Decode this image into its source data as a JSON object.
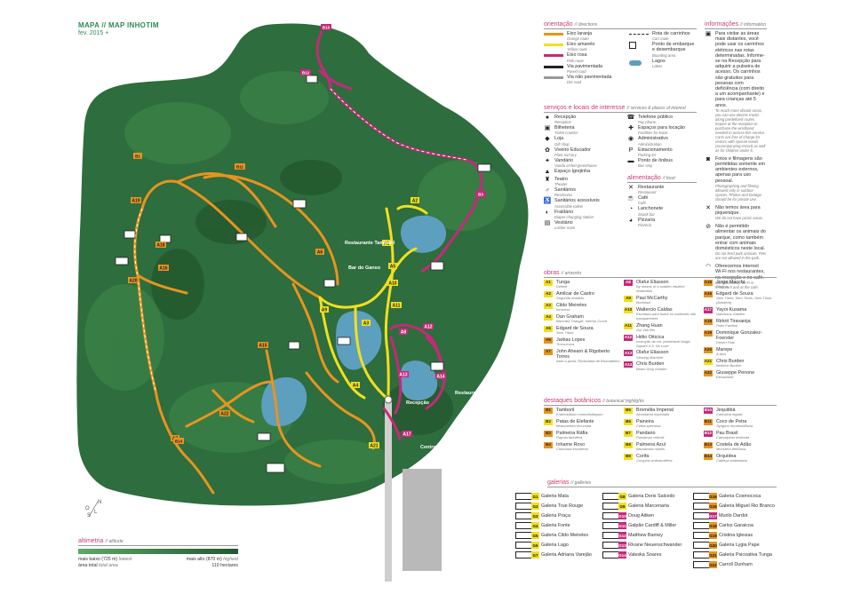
{
  "header": {
    "title": "MAPA // MAP INHOTIM",
    "date": "fev. 2015 +"
  },
  "colors": {
    "park": "#2d6b3c",
    "orange": "#e8941f",
    "yellow": "#f2df1e",
    "pink": "#c6297a",
    "lake": "#5d9fbf"
  },
  "compass": [
    "N",
    "L",
    "S",
    "O"
  ],
  "map": {
    "labels": [
      {
        "text": "Restaurante Tamboril"
      },
      {
        "text": "Bar do Ganso"
      },
      {
        "text": "Restaurante Oiticica"
      },
      {
        "text": "Recepção"
      },
      {
        "text": "Centro de Educação e Cultura Burle Marx"
      }
    ]
  },
  "altitude": {
    "title": "altimetria",
    "title_en": "// altitude",
    "low": "mais baixo (725 m)",
    "low_en": "lowest",
    "high": "mais alto (870 m)",
    "high_en": "highest",
    "area": "área total",
    "area_en": "total area",
    "area_value": "110 hectares"
  },
  "orientation": {
    "title": "orientação",
    "title_en": "// directions",
    "items": [
      {
        "label": "Eixo laranja",
        "en": "Orange route",
        "color": "#e8941f"
      },
      {
        "label": "Eixo amarelo",
        "en": "Yellow route",
        "color": "#f2df1e"
      },
      {
        "label": "Eixo rosa",
        "en": "Pink route",
        "color": "#c6297a"
      },
      {
        "label": "Via pavimentada",
        "en": "Paved road",
        "color": "#222222"
      },
      {
        "label": "Via não pavimentada",
        "en": "Dirt road",
        "color": "#9a9a9a"
      }
    ],
    "items2": [
      {
        "label": "Rota de carrinhos",
        "en": "Cart route"
      },
      {
        "label": "Ponto de embarque e desembarque",
        "en": "Boarding area"
      },
      {
        "label": "Lagos",
        "en": "Lakes"
      }
    ]
  },
  "services": {
    "title": "serviços e locais de interesse",
    "title_en": "// services & places of interest",
    "col1": [
      {
        "icon": "●",
        "label": "Recepção",
        "en": "Reception"
      },
      {
        "icon": "▣",
        "label": "Bilheteria",
        "en": "Ticket counter"
      },
      {
        "icon": "◆",
        "label": "Loja",
        "en": "Gift shop"
      },
      {
        "icon": "✿",
        "label": "Viveiro Educador",
        "en": "Plant nursery"
      },
      {
        "icon": "✦",
        "label": "Vandário",
        "en": "Vanda orchid greenhouse"
      },
      {
        "icon": "▲",
        "label": "Espaço Igrejinha",
        "en": ""
      },
      {
        "icon": "♜",
        "label": "Teatro",
        "en": "Theater"
      },
      {
        "icon": "♂",
        "label": "Sanitários",
        "en": "Restrooms"
      },
      {
        "icon": "♿",
        "label": "Sanitários acessíveis",
        "en": "Accessible toilets"
      },
      {
        "icon": "◐",
        "label": "Fraldário",
        "en": "Diaper changing station"
      },
      {
        "icon": "▤",
        "label": "Vestiário",
        "en": "Locker room"
      }
    ],
    "col2": [
      {
        "icon": "☎",
        "label": "Telefone público",
        "en": "Pay phone"
      },
      {
        "icon": "✚",
        "label": "Espaços para locação",
        "en": "Facilities for lease"
      },
      {
        "icon": "◉",
        "label": "Administrativo",
        "en": "Administration"
      },
      {
        "icon": "P",
        "label": "Estacionamento",
        "en": "Parking lot"
      },
      {
        "icon": "▬",
        "label": "Ponto de ônibus",
        "en": "Bus stop"
      }
    ]
  },
  "food": {
    "title": "alimentação",
    "title_en": "// food",
    "items": [
      {
        "icon": "✕",
        "label": "Restaurante",
        "en": "Restaurant"
      },
      {
        "icon": "☕",
        "label": "Café",
        "en": "Café"
      },
      {
        "icon": "◔",
        "label": "Lanchonete",
        "en": "Snack bar"
      },
      {
        "icon": "◕",
        "label": "Pizzaria",
        "en": "Pizzeria"
      }
    ]
  },
  "info": {
    "title": "informações",
    "title_en": "// information",
    "items": [
      {
        "icon": "▣",
        "pt": "Para visitar as áreas mais distantes, você pode usar os carrinhos elétricos nas rotas determinadas. Informe-se na Recepção para adquirir a pulseira de acesso. Os carrinhos são gratuitos para pessoas com deficiência (com direito a um acompanhante) e para crianças até 5 anos.",
        "en": "To reach more distant areas, you can use electric trucks along predefined routes. Inquire at the reception to purchase the wristband needed to access this service. Carts are free of charge for visitors with special needs (accompanying escort) as well as for children under 5."
      },
      {
        "icon": "◙",
        "pt": "Fotos e filmagens são permitidas somente em ambientes externos, apenas para uso pessoal.",
        "en": "Photographing and filming allowed only in outdoor spaces. Photos and footage should be for private use."
      },
      {
        "icon": "✕",
        "pt": "Não temos área para piquenique.",
        "en": "We do not have picnic areas."
      },
      {
        "icon": "⊘",
        "pt": "Não é permitido alimentar os animais do parque, como também entrar com animais domésticos neste local.",
        "en": "Do not feed park animals. Pets are not allowed in the park."
      },
      {
        "icon": "◠",
        "pt": "Oferecemos internet Wi-Fi nos restaurantes, na recepção e no café.",
        "en": "Complimentary Wi-Fi in restaurant and at the café."
      }
    ]
  },
  "artworks": {
    "title": "obras",
    "title_en": "// artworks",
    "col1": [
      {
        "code": "A1",
        "name": "Tunga",
        "work": "Deleite"
      },
      {
        "code": "A2",
        "name": "Amilcar de Castro",
        "work": "Segunda entrada"
      },
      {
        "code": "A3",
        "name": "Cildo Meireles",
        "work": "Inmensa"
      },
      {
        "code": "A4",
        "name": "Dan Graham",
        "work": "Bisected Triangle, Interior Curve"
      },
      {
        "code": "A5",
        "name": "Edgard de Souza",
        "work": "Sem Título"
      },
      {
        "code": "A6",
        "name": "Jarbas Lopes",
        "work": "Troca-troca"
      },
      {
        "code": "A7",
        "name": "John Ahearn & Rigoberto Torres",
        "work": "Abre a porta, Rodoviária de Brumadinho"
      }
    ],
    "col2": [
      {
        "code": "A8",
        "name": "Olafur Eliasson",
        "work": "By means of a sudden intuitive realization"
      },
      {
        "code": "A9",
        "name": "Paul McCarthy",
        "work": "Boxhead"
      },
      {
        "code": "A10",
        "name": "Waltercio Caldas",
        "work": "Escultura para todos os materiais não transparentes"
      },
      {
        "code": "A11",
        "name": "Zhang Huan",
        "work": "Gui Yan Bei"
      },
      {
        "code": "A12",
        "name": "Hélio Oiticica",
        "work": "Invenção da cor, penetrável Magic Square # 5, De Luxe"
      },
      {
        "code": "A13",
        "name": "Olafur Eliasson",
        "work": "Viewing Machine"
      },
      {
        "code": "A14",
        "name": "Chris Burden",
        "work": "Beam Drop Inhotim"
      }
    ],
    "col3": [
      {
        "code": "A15",
        "name": "Jorge Macchi",
        "work": "Piscina"
      },
      {
        "code": "A16",
        "name": "Edgard de Souza",
        "work": "Sem Título, Sem Título, Sem Título (Ambient)"
      },
      {
        "code": "A17",
        "name": "Yayoi Kusama",
        "work": "Narcissus Garden"
      },
      {
        "code": "A18",
        "name": "Rirkrit Tiravanija",
        "work": "Palm Pavilion"
      },
      {
        "code": "A19",
        "name": "Dominique Gonzalez-Foerster",
        "work": "Desert Park"
      },
      {
        "code": "A20",
        "name": "Marepe",
        "work": "A bica"
      },
      {
        "code": "A21",
        "name": "Chris Burden",
        "work": "Beehive Bunker"
      },
      {
        "code": "A22",
        "name": "Giuseppe Penone",
        "work": "Elevazione"
      }
    ]
  },
  "botanic": {
    "title": "destaques botânicos",
    "title_en": "// botanical highlights",
    "col1": [
      {
        "code": "B1",
        "name": "Tamboril",
        "en": "Enterolobium contortisiliquum"
      },
      {
        "code": "B2",
        "name": "Patas de Elefante",
        "en": "Beaucarnea recurvata"
      },
      {
        "code": "B3",
        "name": "Palmeira Ráfia",
        "en": "Raphia farinifera"
      },
      {
        "code": "B4",
        "name": "Inhame Roxo",
        "en": "Colocasia esculenta"
      }
    ],
    "col2": [
      {
        "code": "B5",
        "name": "Bromélia Imperial",
        "en": "Alcantarea imperialis"
      },
      {
        "code": "B6",
        "name": "Paineira",
        "en": "Ceiba speciosa"
      },
      {
        "code": "B7",
        "name": "Pandano",
        "en": "Pandanus veitchii"
      },
      {
        "code": "B8",
        "name": "Palmeira Azul",
        "en": "Bismarckia nobilis"
      },
      {
        "code": "B9",
        "name": "Corifa",
        "en": "Corypha umbraculifera"
      }
    ],
    "col3": [
      {
        "code": "B10",
        "name": "Jequitibá",
        "en": "Cariniana legalis"
      },
      {
        "code": "B11",
        "name": "Coco de Petra",
        "en": "Syagrus romanzoffiana"
      },
      {
        "code": "B12",
        "name": "Pau Brasil",
        "en": "Caesalpinia echinata"
      },
      {
        "code": "B13",
        "name": "Costela de Adão",
        "en": "Monstera deliciosa"
      },
      {
        "code": "B14",
        "name": "Orquídea",
        "en": "Cattleya walkeriana"
      }
    ]
  },
  "galleries": {
    "title": "galerias",
    "title_en": "// galleries",
    "col1": [
      {
        "code": "G1",
        "name": "Galeria Mata"
      },
      {
        "code": "G2",
        "name": "Galeria True Rouge"
      },
      {
        "code": "G3",
        "name": "Galeria Praça"
      },
      {
        "code": "G4",
        "name": "Galeria Fonte"
      },
      {
        "code": "G5",
        "name": "Galeria Cildo Meireles"
      },
      {
        "code": "G6",
        "name": "Galeria Lago"
      },
      {
        "code": "G7",
        "name": "Galeria Adriana Varejão"
      }
    ],
    "col2": [
      {
        "code": "G8",
        "name": "Galeria Doris Salcedo"
      },
      {
        "code": "G9",
        "name": "Galeria Marcenaria"
      },
      {
        "code": "G10",
        "name": "Doug Aitken"
      },
      {
        "code": "G11",
        "name": "Galpão Cardiff & Miller"
      },
      {
        "code": "G12",
        "name": "Matthew Barney"
      },
      {
        "code": "G13",
        "name": "Rivane Neuenschwander"
      },
      {
        "code": "G14",
        "name": "Valeska Soares"
      }
    ],
    "col3": [
      {
        "code": "G15",
        "name": "Galeria Cosmococa"
      },
      {
        "code": "G16",
        "name": "Galeria Miguel Rio Branco"
      },
      {
        "code": "G17",
        "name": "Murilo Dardot"
      },
      {
        "code": "G18",
        "name": "Carlos Garaicoa"
      },
      {
        "code": "G19",
        "name": "Cristina Iglesias"
      },
      {
        "code": "G20",
        "name": "Galeria Lygia Pape"
      },
      {
        "code": "G21",
        "name": "Galeria Psicoativa Tunga"
      },
      {
        "code": "G22",
        "name": "Carroll Dunham"
      }
    ]
  }
}
